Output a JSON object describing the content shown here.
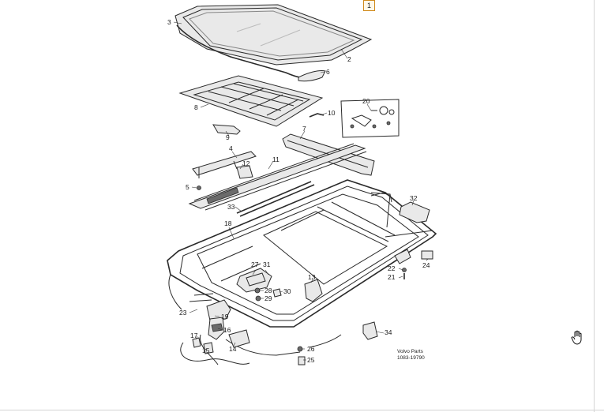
{
  "badge": "1",
  "credit": {
    "line1": "Volvo Parts",
    "line2": "1083-19790"
  },
  "callouts": [
    {
      "id": "c3",
      "label": "3"
    },
    {
      "id": "c2",
      "label": "2"
    },
    {
      "id": "c6",
      "label": "6"
    },
    {
      "id": "c8",
      "label": "8"
    },
    {
      "id": "c10",
      "label": "10"
    },
    {
      "id": "c20",
      "label": "20"
    },
    {
      "id": "c9",
      "label": "9"
    },
    {
      "id": "c7",
      "label": "7"
    },
    {
      "id": "c4",
      "label": "4"
    },
    {
      "id": "c12",
      "label": "12"
    },
    {
      "id": "c11",
      "label": "11"
    },
    {
      "id": "c5",
      "label": "5"
    },
    {
      "id": "c33",
      "label": "33"
    },
    {
      "id": "c32",
      "label": "32"
    },
    {
      "id": "c18",
      "label": "18"
    },
    {
      "id": "c27",
      "label": "27"
    },
    {
      "id": "c31",
      "label": "31"
    },
    {
      "id": "c13",
      "label": "13"
    },
    {
      "id": "c22",
      "label": "22"
    },
    {
      "id": "c21",
      "label": "21"
    },
    {
      "id": "c24",
      "label": "24"
    },
    {
      "id": "c28",
      "label": "28"
    },
    {
      "id": "c29",
      "label": "29"
    },
    {
      "id": "c30",
      "label": "30"
    },
    {
      "id": "c23",
      "label": "23"
    },
    {
      "id": "c19",
      "label": "19"
    },
    {
      "id": "c16",
      "label": "16"
    },
    {
      "id": "c17",
      "label": "17"
    },
    {
      "id": "c15",
      "label": "15"
    },
    {
      "id": "c14",
      "label": "14"
    },
    {
      "id": "c26",
      "label": "26"
    },
    {
      "id": "c25",
      "label": "25"
    },
    {
      "id": "c34",
      "label": "34"
    }
  ],
  "icons": {
    "cursor": "hand-cursor-icon"
  }
}
